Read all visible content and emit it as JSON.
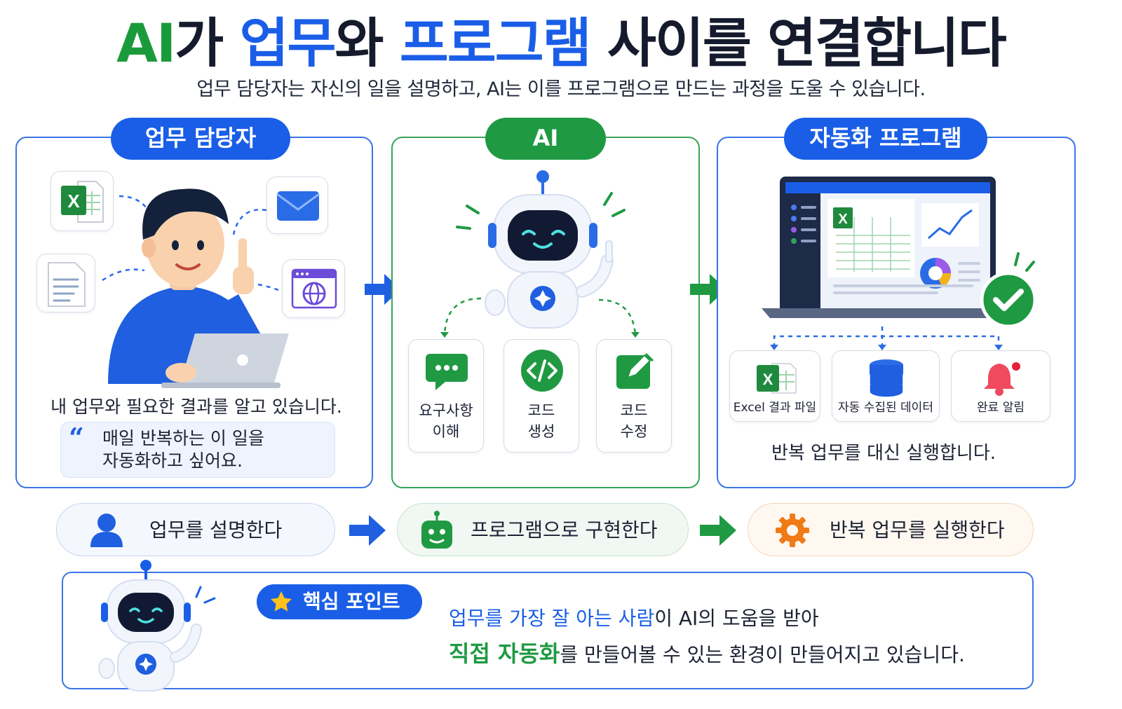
{
  "title": {
    "part1": "AI",
    "part2": "가 ",
    "part3": "업무",
    "part4": "와 ",
    "part5": "프로그램",
    "part6": " 사이를 연결합니다"
  },
  "subtitle": "업무 담당자는 자신의 일을 설명하고, AI는 이를 프로그램으로 만드는 과정을 도울 수 있습니다.",
  "panels": {
    "worker": {
      "label": "업무 담당자",
      "caption": "내 업무와 필요한 결과를 알고 있습니다.",
      "quote_line1": "매일 반복하는 이 일을",
      "quote_line2": "자동화하고 싶어요.",
      "excel_letter": "X"
    },
    "ai": {
      "label": "AI",
      "cards": [
        {
          "line1": "요구사항",
          "line2": "이해",
          "icon": "chat-bubble-icon"
        },
        {
          "line1": "코드",
          "line2": "생성",
          "icon": "code-icon"
        },
        {
          "line1": "코드",
          "line2": "수정",
          "icon": "edit-icon"
        }
      ]
    },
    "program": {
      "label": "자동화 프로그램",
      "cards": [
        {
          "label": "Excel 결과 파일",
          "icon": "excel-icon"
        },
        {
          "label": "자동 수집된 데이터",
          "icon": "database-icon"
        },
        {
          "label": "완료 알림",
          "icon": "bell-icon"
        }
      ],
      "caption": "반복 업무를 대신 실행합니다.",
      "excel_letter": "X"
    }
  },
  "steps": [
    {
      "label": "업무를 설명한다",
      "icon": "person-icon"
    },
    {
      "label": "프로그램으로 구현한다",
      "icon": "robot-icon"
    },
    {
      "label": "반복 업무를 실행한다",
      "icon": "gear-icon"
    }
  ],
  "key_point": {
    "label": "핵심 포인트",
    "line1_highlight": "업무를 가장 잘 아는 사람",
    "line1_rest": "이 AI의 도움을 받아",
    "line2_highlight": "직접 자동화",
    "line2_rest": "를 만들어볼 수 있는 환경이 만들어지고 있습니다."
  },
  "colors": {
    "blue": "#1a5ee8",
    "green": "#1f9a43",
    "orange": "#f07a16",
    "dark": "#151b2c"
  }
}
